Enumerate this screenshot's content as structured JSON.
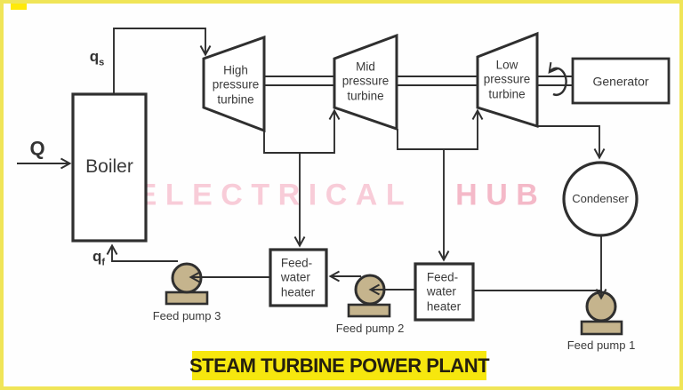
{
  "diagram": {
    "boiler": {
      "label": "Boiler"
    },
    "heat_input": {
      "label": "Q"
    },
    "steam_flow": {
      "base": "q",
      "sub": "s"
    },
    "feed_flow": {
      "base": "q",
      "sub": "f"
    },
    "turbines": {
      "high": "High\npressure\nturbine",
      "mid": "Mid\npressure\nturbine",
      "low": "Low\npressure\nturbine"
    },
    "generator": {
      "label": "Generator"
    },
    "condenser": {
      "label": "Condenser"
    },
    "feedwater_heater": {
      "label": "Feed-\nwater\nheater"
    },
    "pumps": {
      "pump1": "Feed pump 1",
      "pump2": "Feed pump 2",
      "pump3": "Feed pump 3"
    }
  },
  "watermark": {
    "word1": "ELECTRICAL",
    "word2": "HUB"
  },
  "title": {
    "text": "STEAM TURBINE POWER PLANT"
  },
  "colors": {
    "line": "#2f2f2f",
    "label_text": "#3a3a3a",
    "pump_fill": "#c5b48d",
    "watermark_light": "#f8ccd8",
    "watermark_dark": "#f4b9c8",
    "title_bg": "#f6e70e",
    "title_text": "#25200f",
    "border": "#f0e558",
    "corner_square": "#ffe90a",
    "background": "#fefefe"
  }
}
